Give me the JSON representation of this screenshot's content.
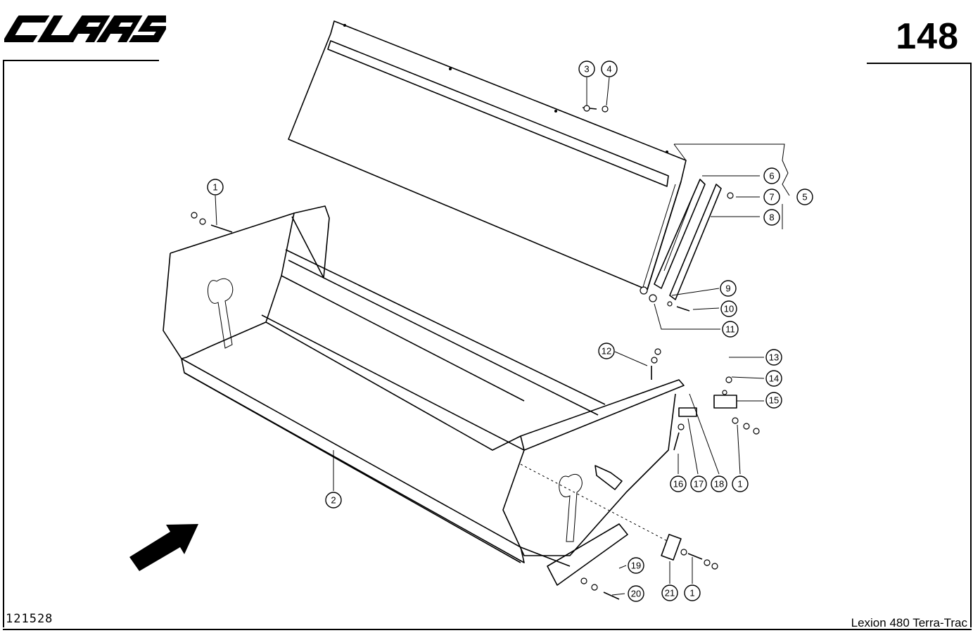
{
  "header": {
    "brand": "CLAAS",
    "page_number": "148"
  },
  "footer": {
    "drawing_number": "121528",
    "model": "Lexion 480 Terra-Trac"
  },
  "callouts": [
    "1",
    "2",
    "3",
    "4",
    "5",
    "6",
    "7",
    "8",
    "9",
    "10",
    "11",
    "12",
    "13",
    "14",
    "15",
    "16",
    "17",
    "18",
    "1",
    "19",
    "20",
    "21",
    "1"
  ],
  "colors": {
    "ink": "#000000",
    "paper": "#ffffff"
  },
  "icons": {
    "direction": "arrow-icon"
  }
}
